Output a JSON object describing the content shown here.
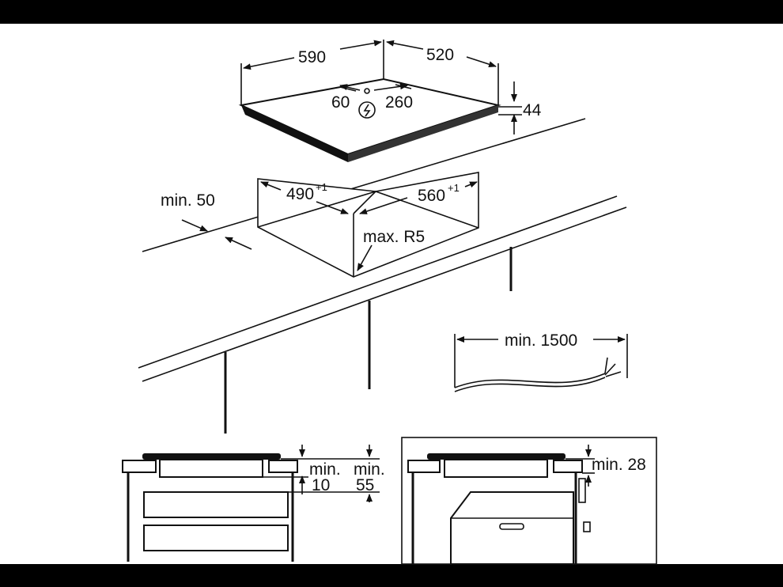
{
  "colors": {
    "background": "#ffffff",
    "frame": "#000000",
    "line": "#111111"
  },
  "icons": [
    "electric-power-symbol-icon"
  ],
  "labels": {
    "hob_width": "590",
    "hob_depth": "520",
    "cable_left": "60",
    "cable_right": "260",
    "hob_height": "44",
    "cutout_width": "490",
    "cutout_width_tolerance": "+1",
    "cutout_depth": "560",
    "cutout_depth_tolerance": "+1",
    "edge_distance": "min. 50",
    "corner_radius": "max. R5",
    "cable_length": "min. 1500",
    "left_min_word_a": "min.",
    "left_min_value_a": "10",
    "left_min_word_b": "min.",
    "left_min_value_b": "55",
    "right_min": "min. 28"
  }
}
